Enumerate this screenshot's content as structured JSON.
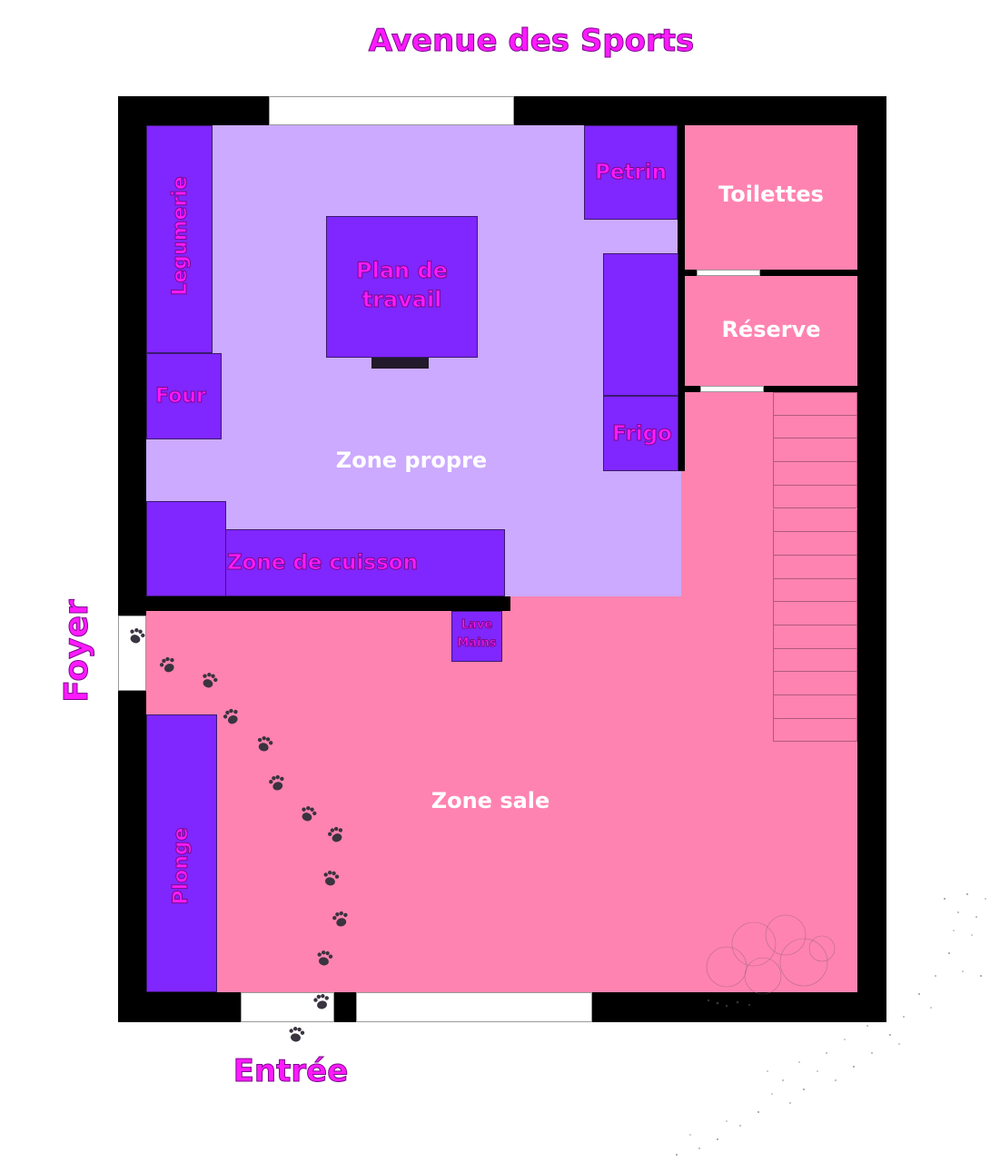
{
  "street": "Avenue des Sports",
  "side_label": "Foyer",
  "entrance_label": "Entrée",
  "zones": {
    "clean": "Zone propre",
    "dirty": "Zone sale",
    "toilets": "Toilettes",
    "storage": "Réserve"
  },
  "equipment": {
    "legumerie": "Legumerie",
    "four": "Four",
    "plan_line1": "Plan de",
    "plan_line2": "travail",
    "petrin": "Petrin",
    "frigo": "Frigo",
    "cuisson": "Zone de cuisson",
    "lave_line1": "Lave",
    "lave_line2": "Mains",
    "plonge": "Plonge"
  },
  "colors": {
    "clean_zone": "#cbaaff",
    "dirty_zone": "#ff83b0",
    "equipment": "#8026ff",
    "label_magenta": "#ff1aff",
    "walls": "#000000"
  },
  "icons": {
    "footprint": "paw-print-icon",
    "stairs": "staircase",
    "dust": "dust-speckle-decoration"
  }
}
